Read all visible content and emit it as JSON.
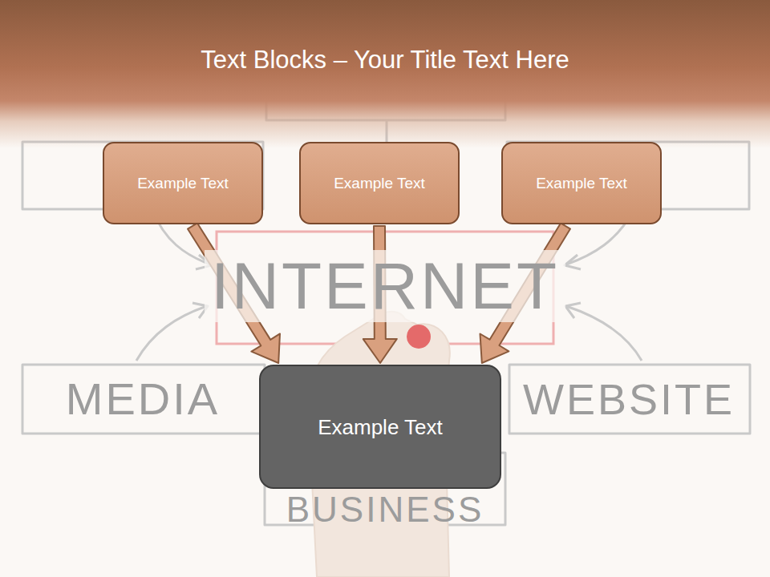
{
  "diagram": {
    "title": "Text Blocks – Your Title Text Here",
    "nodes": [
      {
        "text": [
          "Example Text"
        ]
      },
      {
        "text": [
          "Example Text"
        ]
      },
      {
        "text": [
          "Example Text"
        ]
      },
      {
        "text": [
          "Example Text"
        ]
      }
    ],
    "edges": [
      {
        "from": 0,
        "to": 3,
        "arrow": "to"
      },
      {
        "from": 1,
        "to": 3,
        "arrow": "to"
      },
      {
        "from": 2,
        "to": 3,
        "arrow": "to"
      }
    ],
    "labels": [
      "INTERNET",
      "MEDIA",
      "WEBSITE",
      "BUSINESS"
    ]
  }
}
